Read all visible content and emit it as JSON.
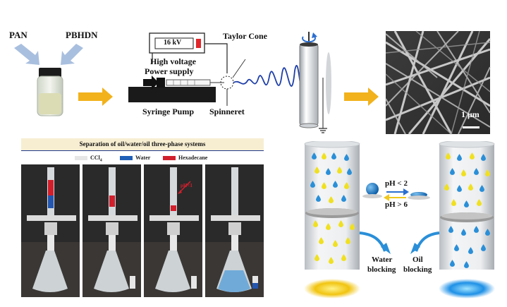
{
  "electrospinning": {
    "polymer_a": "PAN",
    "polymer_b": "PBHDN",
    "voltage_readout": "16 kV",
    "power_label_line1": "High voltage",
    "power_label_line2": "Power supply",
    "taylor_cone": "Taylor Cone",
    "syringe_pump": "Syringe Pump",
    "spinneret": "Spinneret",
    "scale_bar": "1 μm"
  },
  "separation": {
    "title": "Separation of oil/water/oil three-phase systems",
    "legend": [
      {
        "label": "CCl",
        "subscript": "4",
        "color": "#e6e6e6"
      },
      {
        "label": "Water",
        "subscript": "",
        "color": "#1f5fb8"
      },
      {
        "label": "Hexadecane",
        "subscript": "",
        "color": "#d21f2c"
      }
    ],
    "annotation": "pH<1"
  },
  "ph_switch": {
    "low": "pH < 2",
    "high": "pH > 6",
    "water_blocking_1": "Water",
    "water_blocking_2": "blocking",
    "oil_blocking_1": "Oil",
    "oil_blocking_2": "blocking"
  },
  "colors": {
    "arrow": "#f2b21c",
    "water_drop": "#2a8fd8",
    "oil_drop": "#f0e020",
    "header_band": "#f7eed2",
    "header_line": "#1e3a8a"
  }
}
